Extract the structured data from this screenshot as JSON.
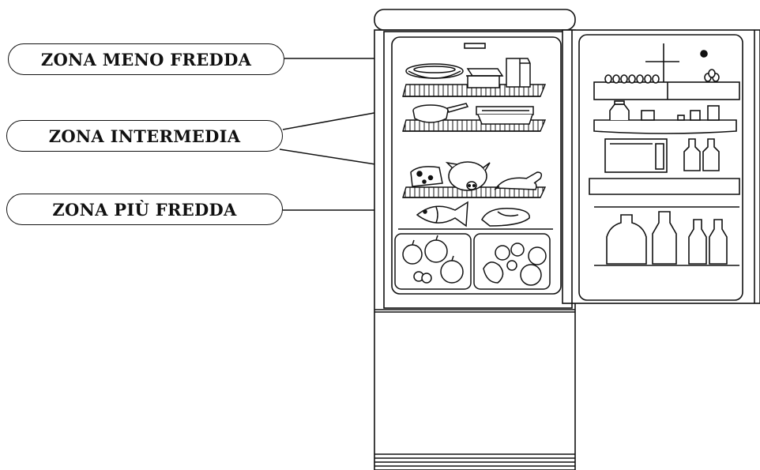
{
  "labels": {
    "zone_less_cold": "ZONA MENO FREDDA",
    "zone_intermediate": "ZONA INTERMEDIA",
    "zone_coldest": "ZONA PIÙ FREDDA"
  },
  "colors": {
    "ink": "#111111",
    "paper": "#ffffff"
  },
  "icons": [
    "bowl-icon",
    "container-icon",
    "milk-carton-icon",
    "frying-pan-icon",
    "baking-dish-icon",
    "cheese-icon",
    "ham-icon",
    "chicken-icon",
    "fish-icon",
    "steak-icon",
    "apples-icon",
    "fruit-mix-icon",
    "eggs-icon",
    "jar-icon",
    "bottle-icon"
  ]
}
